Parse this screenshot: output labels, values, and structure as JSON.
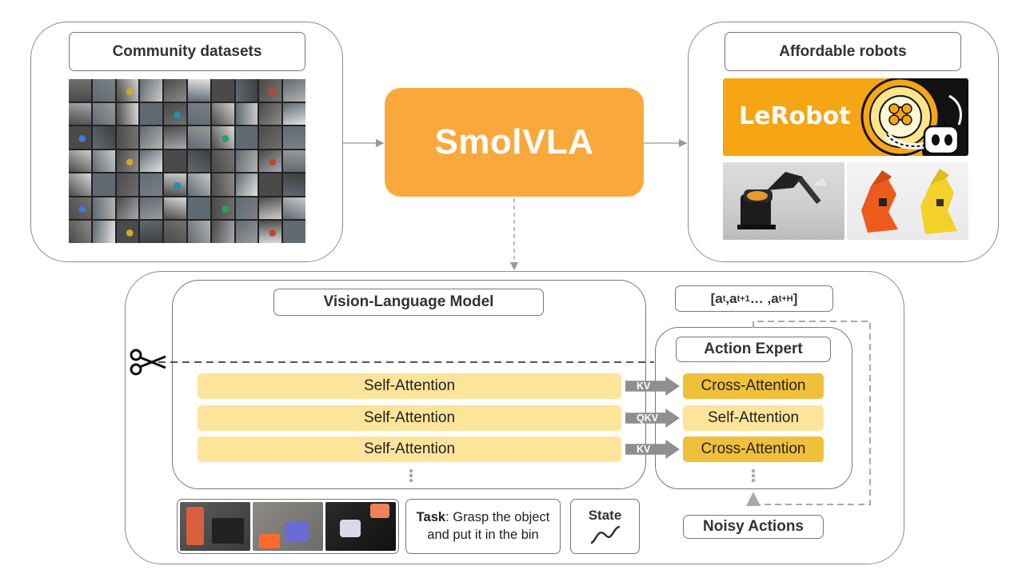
{
  "community": {
    "title": "Community datasets"
  },
  "center": {
    "title": "SmolVLA"
  },
  "robots": {
    "title": "Affordable robots",
    "logo_text": "LeRobot"
  },
  "vlm": {
    "title": "Vision-Language Model",
    "layers": [
      "Self-Attention",
      "Self-Attention",
      "Self-Attention"
    ]
  },
  "expert": {
    "title": "Action Expert",
    "layers": [
      "Cross-Attention",
      "Self-Attention",
      "Cross-Attention"
    ]
  },
  "connectors": [
    "KV",
    "QKV",
    "KV"
  ],
  "action_chunk": {
    "open": "[a",
    "sub_t": "t",
    "mid1": " ,a",
    "sub_t1": "t+1",
    "dots": " … ,a",
    "sub_tH": "t+H",
    "close": "]"
  },
  "task": {
    "bold": "Task",
    "rest": ": Grasp the object and put it in the bin"
  },
  "state": {
    "label": "State"
  },
  "noisy": {
    "label": "Noisy Actions"
  },
  "colors": {
    "orange": "#f9a93b",
    "layer_light": "#fce59b",
    "layer_dark": "#f0c03a",
    "connector_gray": "#8f8f8f"
  }
}
